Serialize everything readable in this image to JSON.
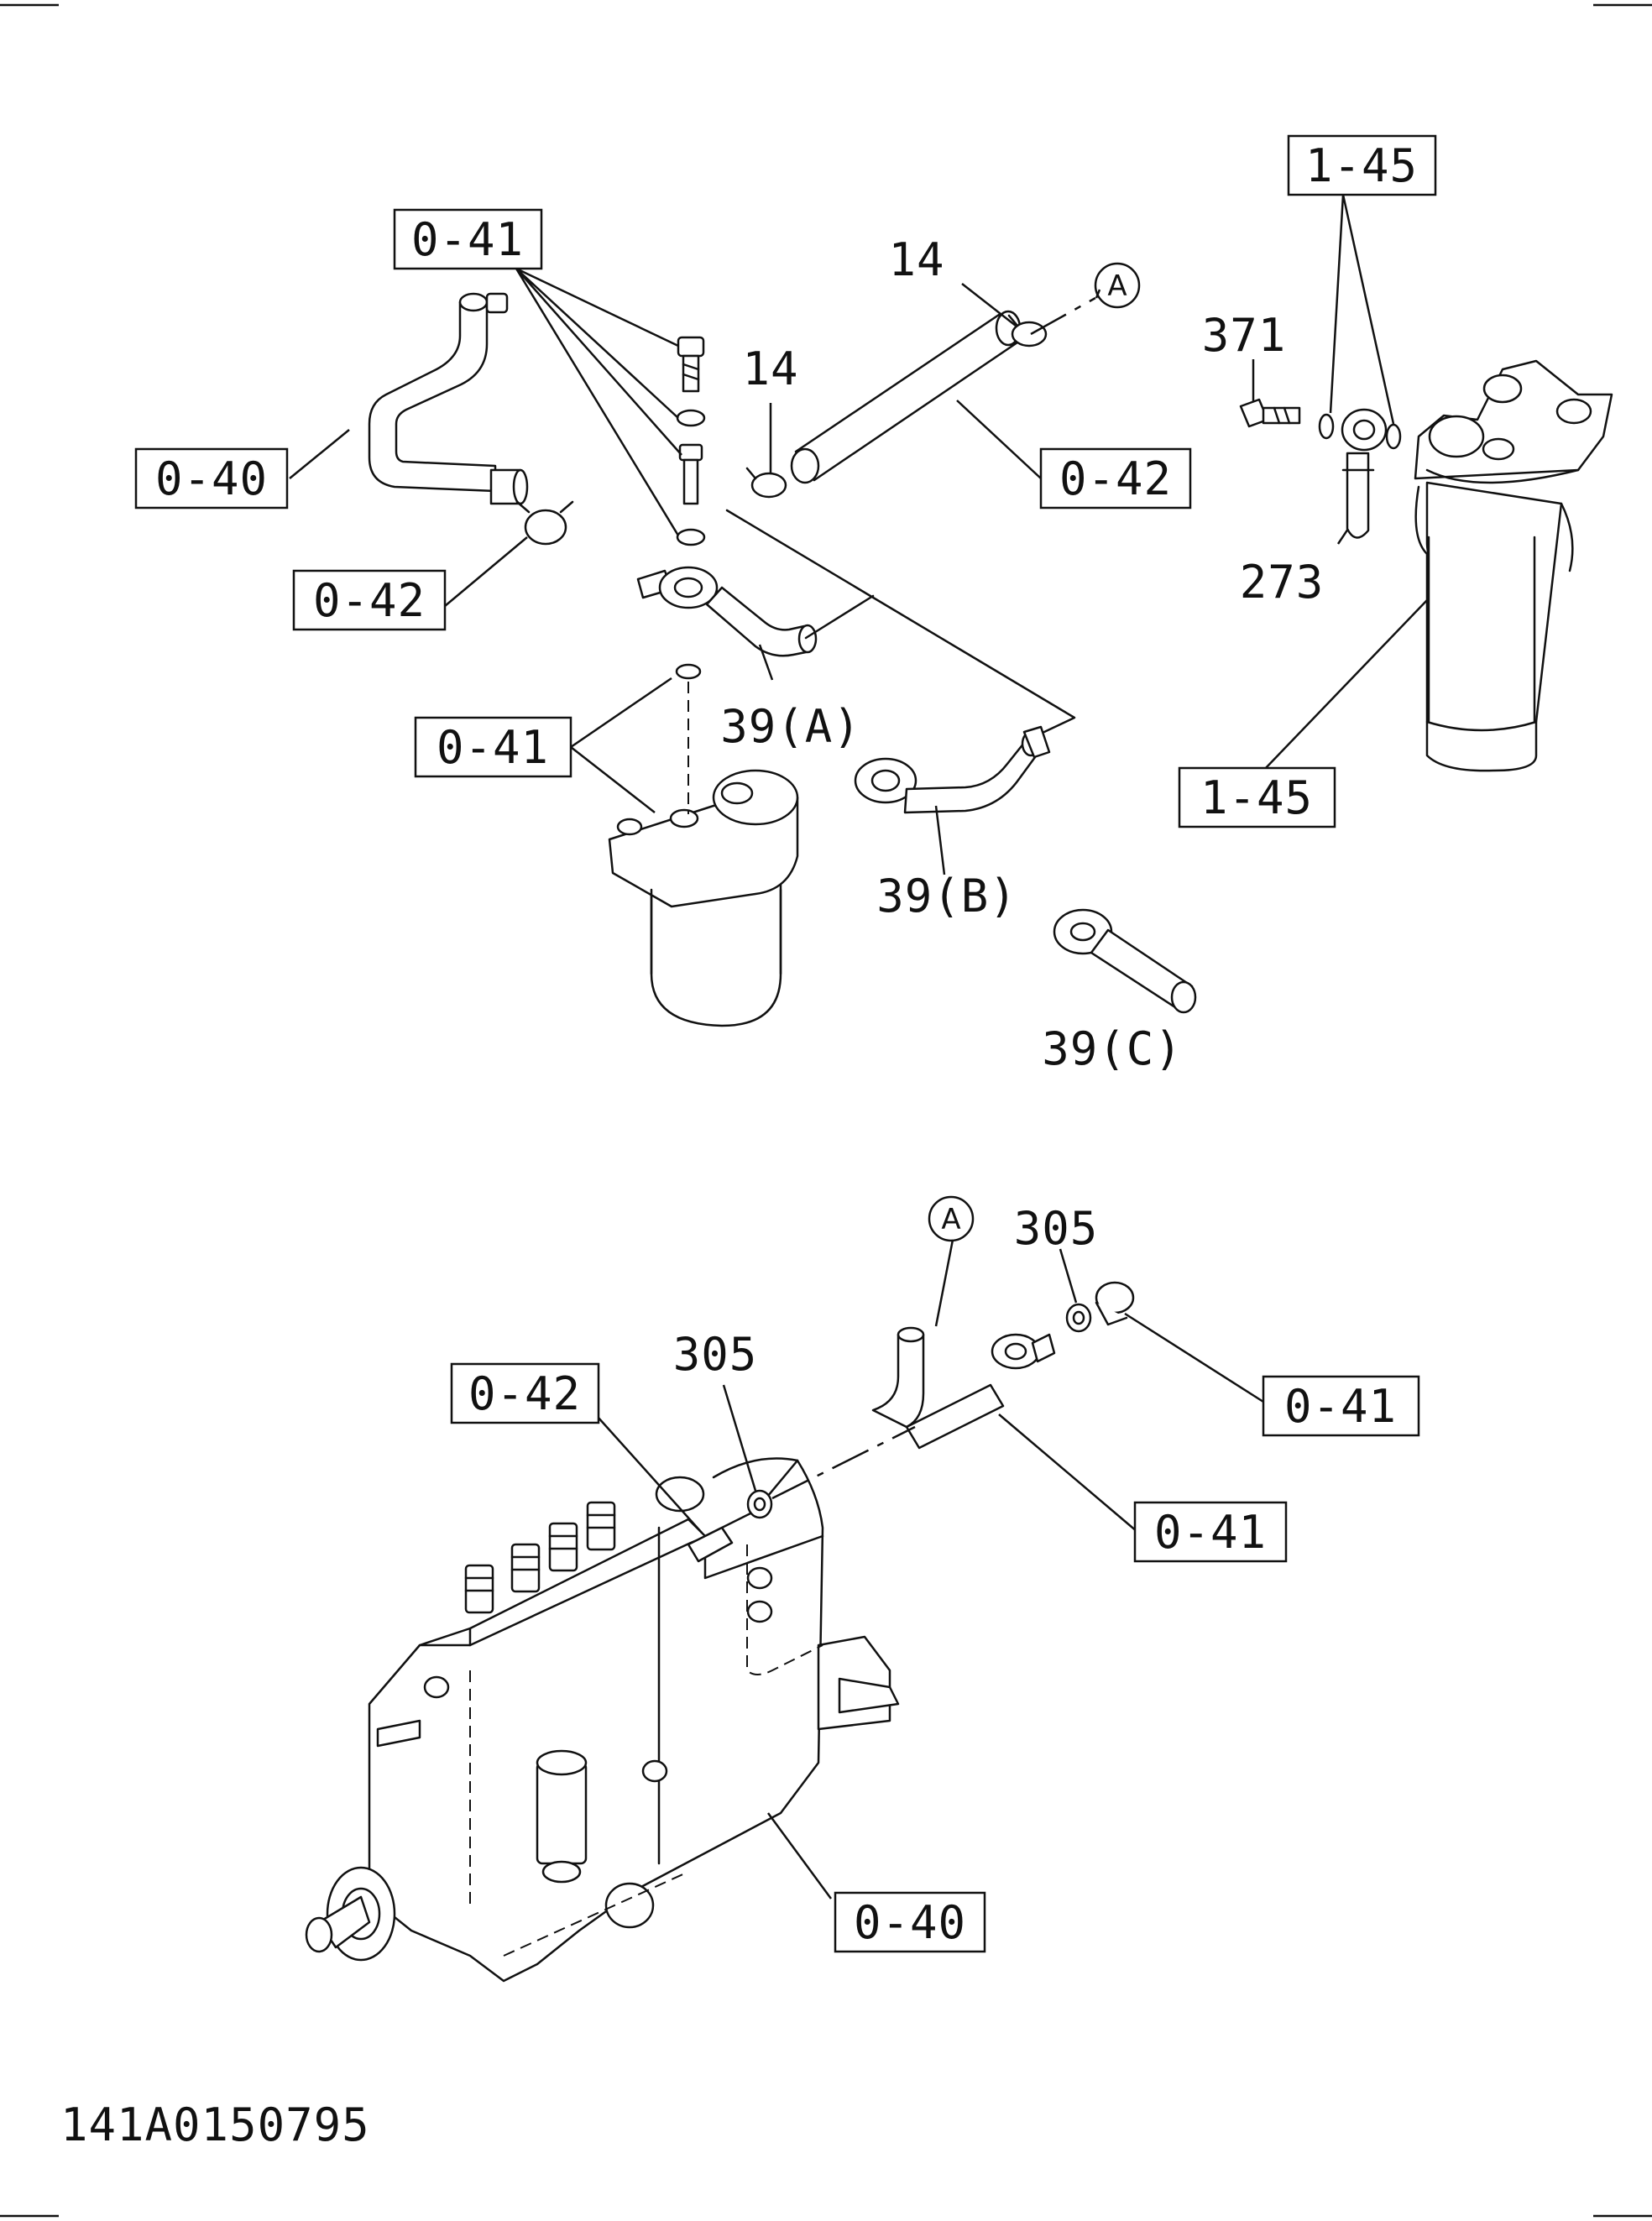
{
  "drawing_id": "141A0150795",
  "ref_boxes": {
    "r1": "1-45",
    "r2": "0-41",
    "r3": "0-40",
    "r4": "0-42",
    "r5": "0-42",
    "r6": "0-41",
    "r7": "1-45",
    "r8": "0-42",
    "r9": "0-41",
    "r10": "0-41",
    "r11": "0-40"
  },
  "part_labels": {
    "p14a": "14",
    "p14b": "14",
    "p371": "371",
    "p273": "273",
    "p39a": "39(A)",
    "p39b": "39(B)",
    "p39c": "39(C)",
    "p305a": "305",
    "p305b": "305"
  },
  "connectors": {
    "a_top": "A",
    "a_bottom": "A"
  }
}
